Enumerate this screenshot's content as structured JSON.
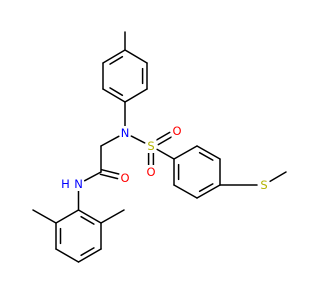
{
  "molecule": {
    "colors": {
      "bond": "#000000",
      "N": "#0000ff",
      "O": "#ff0000",
      "S": "#b3b300"
    },
    "atoms": [
      {
        "id": "N1",
        "symbol": "N"
      },
      {
        "id": "S1",
        "symbol": "S"
      },
      {
        "id": "O1",
        "symbol": "O"
      },
      {
        "id": "O2",
        "symbol": "O"
      },
      {
        "id": "O3",
        "symbol": "O"
      },
      {
        "id": "NH",
        "symbol": "N"
      },
      {
        "id": "H1",
        "symbol": "H"
      },
      {
        "id": "S2",
        "symbol": "S"
      }
    ]
  }
}
